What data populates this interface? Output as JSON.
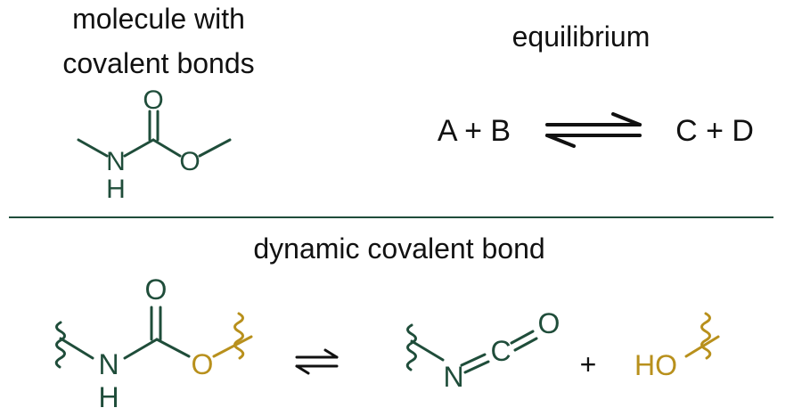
{
  "top_left": {
    "title_line1": "molecule with",
    "title_line2": "covalent bonds"
  },
  "top_right": {
    "title": "equilibrium",
    "left_side": "A + B",
    "right_side": "C + D"
  },
  "bottom": {
    "title": "dynamic covalent bond",
    "plus": "+"
  },
  "atoms": {
    "O": "O",
    "N": "N",
    "H": "H",
    "C": "C",
    "HO": "HO"
  },
  "colors": {
    "green": "#1f4d3a",
    "gold": "#b8901c",
    "text": "#111111",
    "divider": "#1f4d3a"
  },
  "icons": {
    "squiggle": "wavy-bond-icon",
    "arrow": "equilibrium-arrow-icon"
  }
}
